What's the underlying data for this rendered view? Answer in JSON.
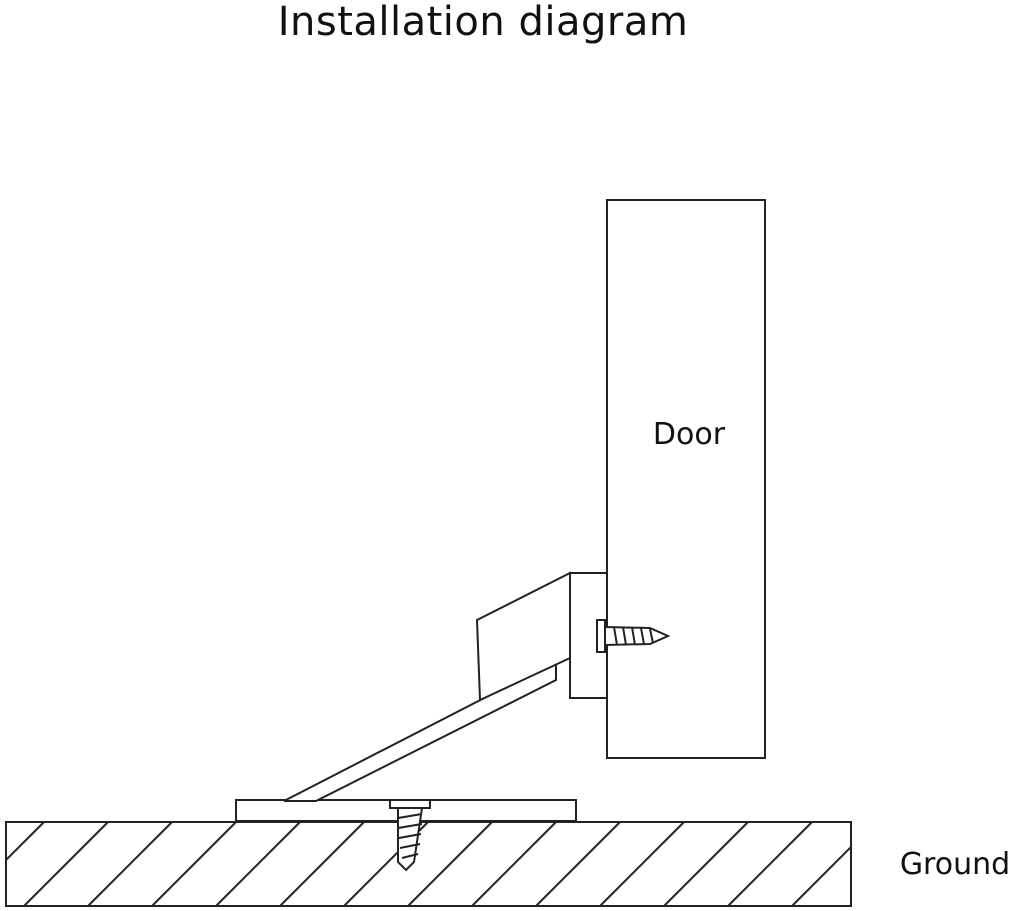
{
  "diagram": {
    "title": "Installation diagram",
    "labels": {
      "door": "Door",
      "ground": "Ground"
    },
    "colors": {
      "stroke": "#222222",
      "fill": "#ffffff",
      "text": "#111111"
    }
  }
}
